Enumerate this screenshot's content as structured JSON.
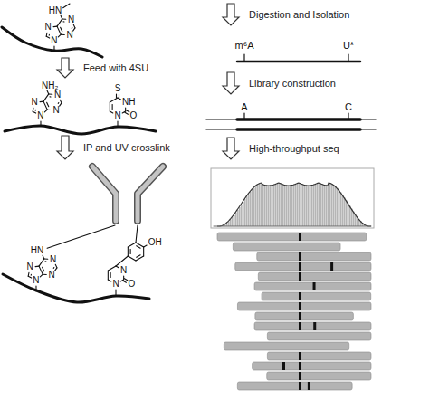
{
  "diagram": {
    "labels": [
      "HN",
      "N",
      "N",
      "N",
      "N",
      "Feed with 4SU",
      "NH₂",
      "N",
      "N",
      "N",
      "N",
      "S",
      "NH",
      "O",
      "N",
      "IP and UV crosslink",
      "HN",
      "N",
      "N",
      "N",
      "N",
      "N",
      "N",
      "O",
      "OH",
      "Digestion and Isolation",
      "m⁶A",
      "U*",
      "Library construction",
      "A",
      "C",
      "High-throughput seq"
    ]
  }
}
